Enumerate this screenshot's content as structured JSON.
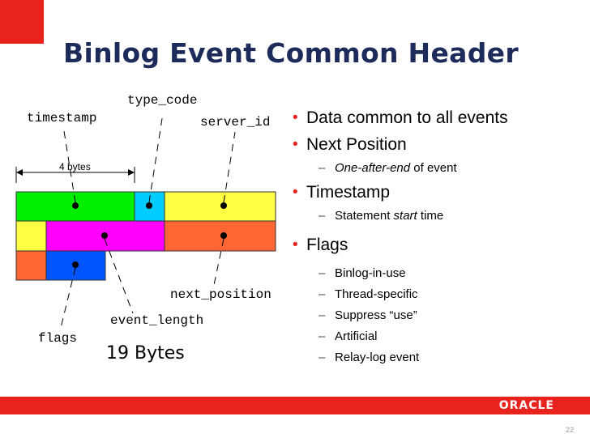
{
  "slide": {
    "title": "Binlog Event Common Header",
    "page_number": "22",
    "logo_text": "ORACLE",
    "accent_color": "#e8231e",
    "title_color": "#1d2b5a"
  },
  "diagram": {
    "field_labels": {
      "timestamp": "timestamp",
      "type_code": "type_code",
      "server_id": "server_id",
      "next_position": "next_position",
      "event_length": "event_length",
      "flags": "flags"
    },
    "width_annotation": "4 bytes",
    "total_size": "19 Bytes",
    "field_colors": {
      "timestamp": "#00ee00",
      "type_code": "#00ccff",
      "server_id": "#ffff44",
      "event_length": "#ff00ff",
      "next_position": "#ff6633",
      "flags": "#0055ff"
    }
  },
  "bullets": [
    {
      "text": "Data common to all events",
      "sub": []
    },
    {
      "text": "Next Position",
      "sub": [
        {
          "em": "One-after-end",
          "rest": " of event"
        }
      ]
    },
    {
      "text": "Timestamp",
      "sub": [
        {
          "pre": "Statement ",
          "em": "start",
          "rest": " time"
        }
      ]
    },
    {
      "text": "Flags",
      "sub": [
        {
          "text": "Binlog-in-use"
        },
        {
          "text": "Thread-specific"
        },
        {
          "text": "Suppress “use”"
        },
        {
          "text": "Artificial"
        },
        {
          "text": "Relay-log event"
        }
      ]
    }
  ]
}
